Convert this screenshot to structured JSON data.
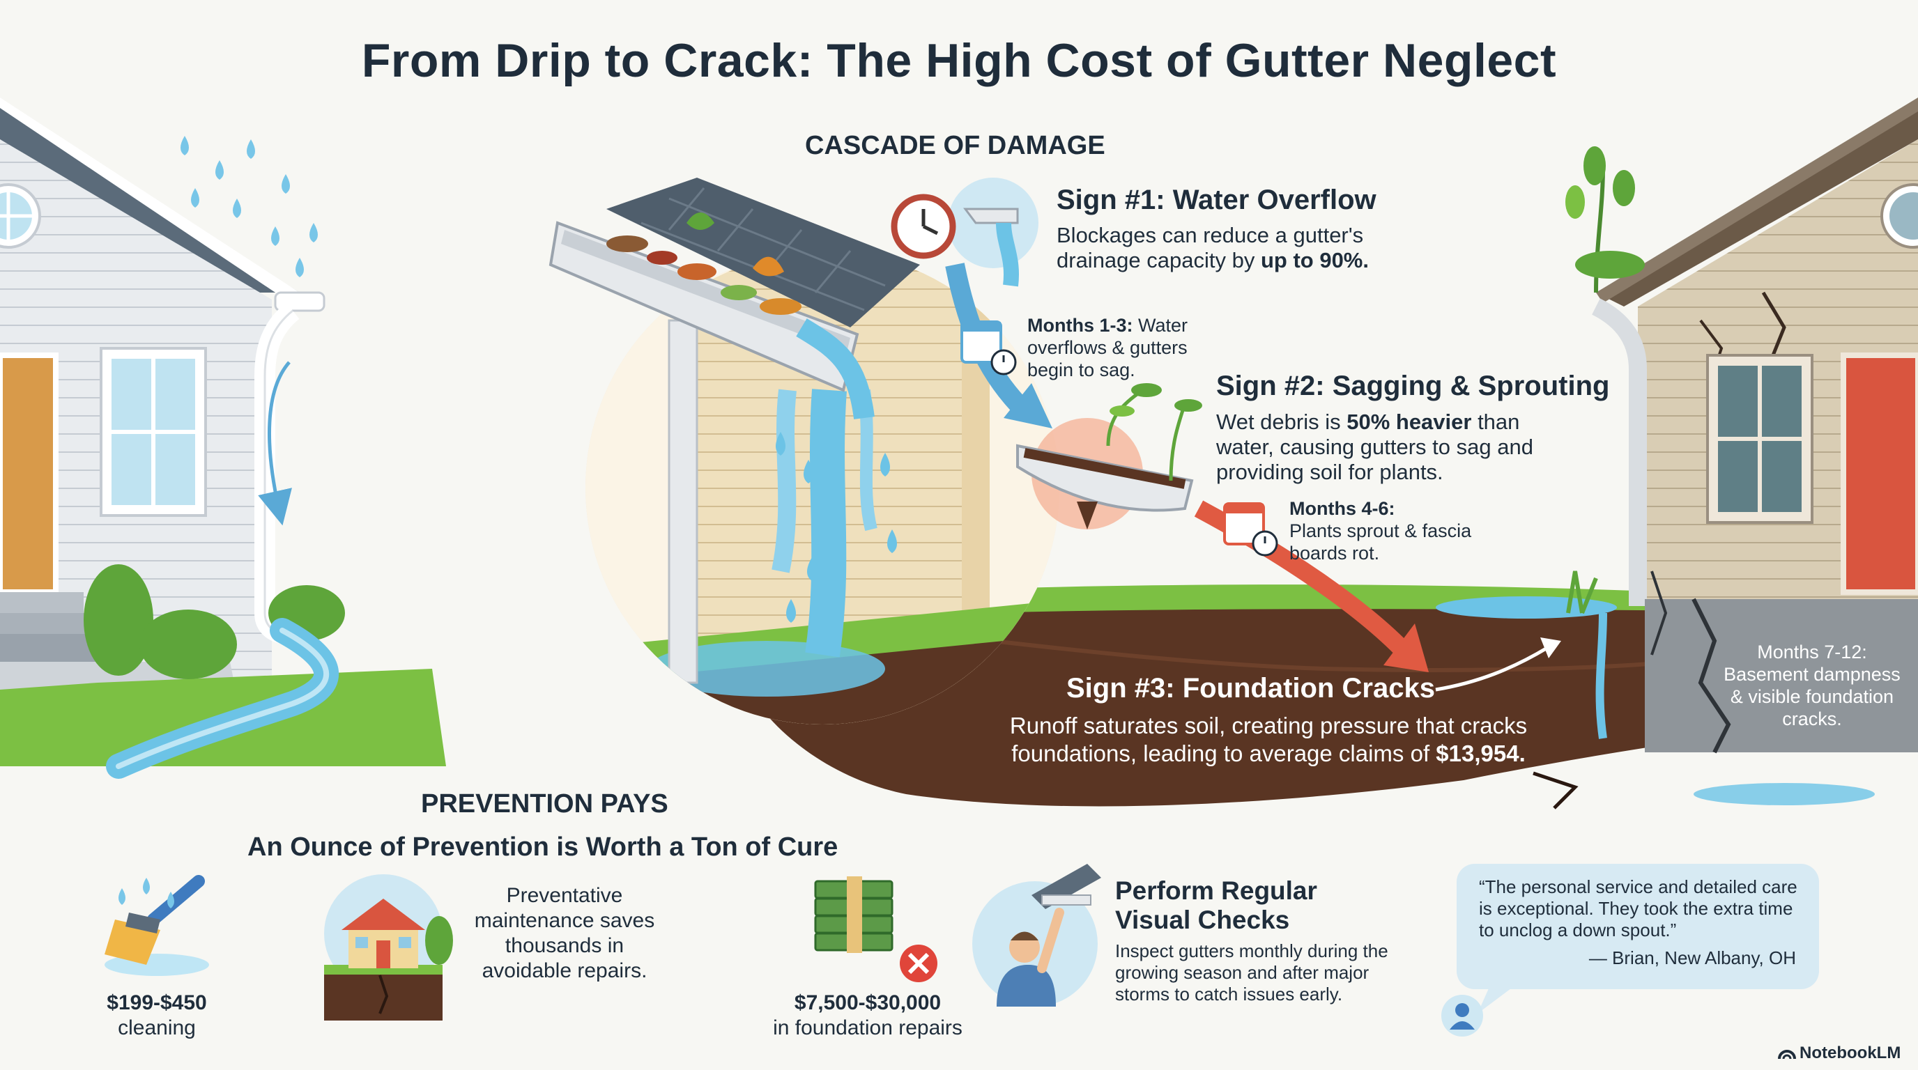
{
  "title": "From Drip to Crack: The High Cost of Gutter Neglect",
  "cascade": {
    "heading": "CASCADE OF DAMAGE",
    "sign1": {
      "title": "Sign #1: Water Overflow",
      "body_pre": "Blockages can reduce a gutter's drainage capacity by ",
      "body_bold": "up to 90%."
    },
    "timeline1": {
      "label": "Months 1-3:",
      "text": "Water overflows & gutters begin to sag."
    },
    "sign2": {
      "title": "Sign #2: Sagging & Sprouting",
      "body_pre": "Wet debris is ",
      "body_bold": "50% heavier",
      "body_post": " than water, causing gutters to sag and providing soil for plants."
    },
    "timeline2": {
      "label": "Months 4-6:",
      "text": "Plants sprout & fascia boards rot."
    },
    "sign3": {
      "title": "Sign #3: Foundation Cracks",
      "body_pre": "Runoff saturates soil, creating pressure that cracks foundations, leading to average claims of ",
      "body_bold": "$13,954."
    },
    "timeline3": {
      "label": "Months 7-12:",
      "text": "Basement dampness & visible foundation cracks."
    }
  },
  "prevention": {
    "heading": "PREVENTION PAYS",
    "subheading": "An Ounce of Prevention is Worth a Ton of Cure",
    "cleaning_price": "$199-$450",
    "cleaning_label": "cleaning",
    "maintenance_text": "Preventative maintenance saves thousands in avoidable repairs.",
    "repair_price": "$7,500-$30,000",
    "repair_label": "in foundation repairs",
    "checks_title": "Perform Regular Visual Checks",
    "checks_text": "Inspect gutters monthly during the growing season and after major storms to catch issues early."
  },
  "testimonial": {
    "quote": "“The personal service and detailed care is exceptional. They took the extra time to unclog a down spout.”",
    "author": "— Brian, New Albany, OH"
  },
  "brand": "NotebookLM",
  "colors": {
    "title": "#1f2d3b",
    "water": "#6cc3e6",
    "arrow_blue": "#5aa9d6",
    "arrow_red": "#e05a42",
    "soil": "#5a3523",
    "grass": "#7cc043"
  },
  "icons": [
    "raindrop-icon",
    "clock-icon",
    "calendar-icon",
    "brush-icon",
    "house-icon",
    "money-icon",
    "x-icon",
    "person-icon",
    "user-avatar-icon",
    "notebooklm-logo-icon"
  ]
}
